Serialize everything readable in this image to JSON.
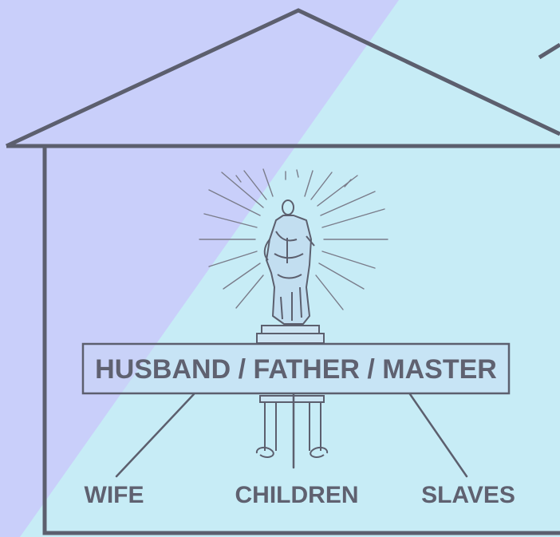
{
  "diagram": {
    "head_label": "HUSBAND / FATHER / MASTER",
    "members": [
      {
        "label": "WIFE"
      },
      {
        "label": "CHILDREN"
      },
      {
        "label": "SLAVES"
      }
    ],
    "colors": {
      "background_left": "#c9cffa",
      "background_right": "#c7ecf6",
      "line": "#5c5f6e",
      "text": "#5f6170"
    },
    "icons": {
      "house": "house-outline-icon",
      "statue": "roman-toga-statue-icon",
      "pedestal": "column-pedestal-icon"
    }
  }
}
